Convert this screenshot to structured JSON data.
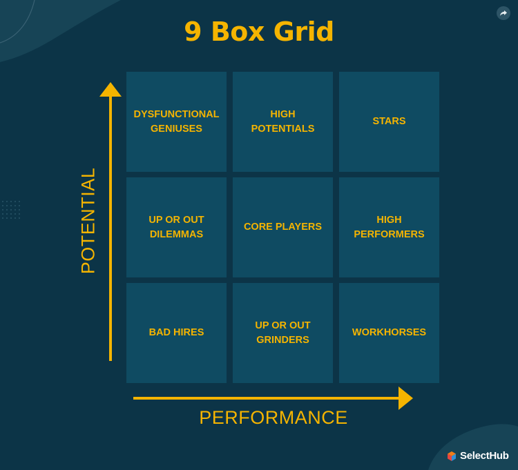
{
  "title": "9 Box Grid",
  "axes": {
    "y_label": "POTENTIAL",
    "x_label": "PERFORMANCE"
  },
  "grid": {
    "rows": [
      [
        "DYSFUNCTIONAL\nGENIUSES",
        "HIGH\nPOTENTIALS",
        "STARS"
      ],
      [
        "UP OR OUT\nDILEMMAS",
        "CORE PLAYERS",
        "HIGH\nPERFORMERS"
      ],
      [
        "BAD HIRES",
        "UP OR OUT\nGRINDERS",
        "WORKHORSES"
      ]
    ]
  },
  "brand": {
    "name": "SelectHub"
  },
  "colors": {
    "background": "#0c3447",
    "cell": "#0f4b62",
    "accent": "#f5b400",
    "brand_orange": "#f07d1a",
    "brand_blue": "#2f8fd8",
    "brand_red": "#e8463f"
  },
  "icons": {
    "share": "share-icon",
    "logo": "selecthub-logo-icon"
  }
}
